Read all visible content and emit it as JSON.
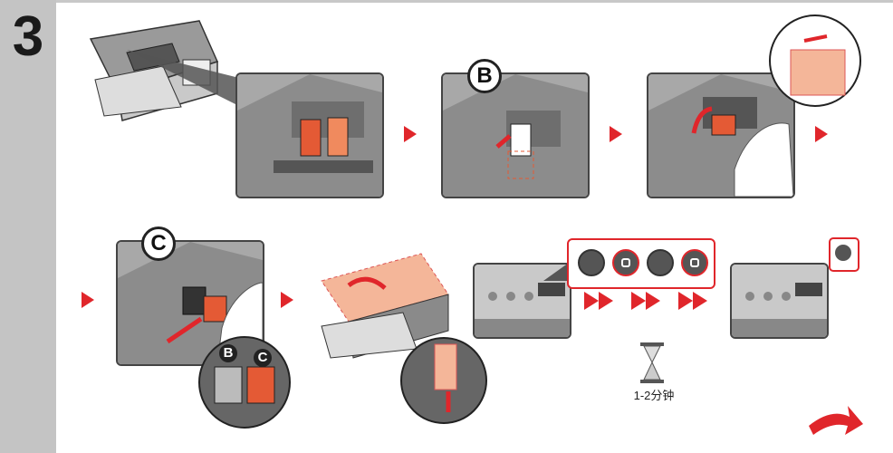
{
  "step": {
    "number": "3"
  },
  "callouts": {
    "b": "B",
    "c": "C",
    "b_small": "B",
    "c_small": "C"
  },
  "caption": {
    "time": "1-2分钟"
  },
  "colors": {
    "accent": "#e0262b",
    "band": "#c4c4c4"
  },
  "icons": {
    "hourglass": "hourglass-icon",
    "next_page": "next-page-arrow-icon",
    "info": "info-icon"
  }
}
